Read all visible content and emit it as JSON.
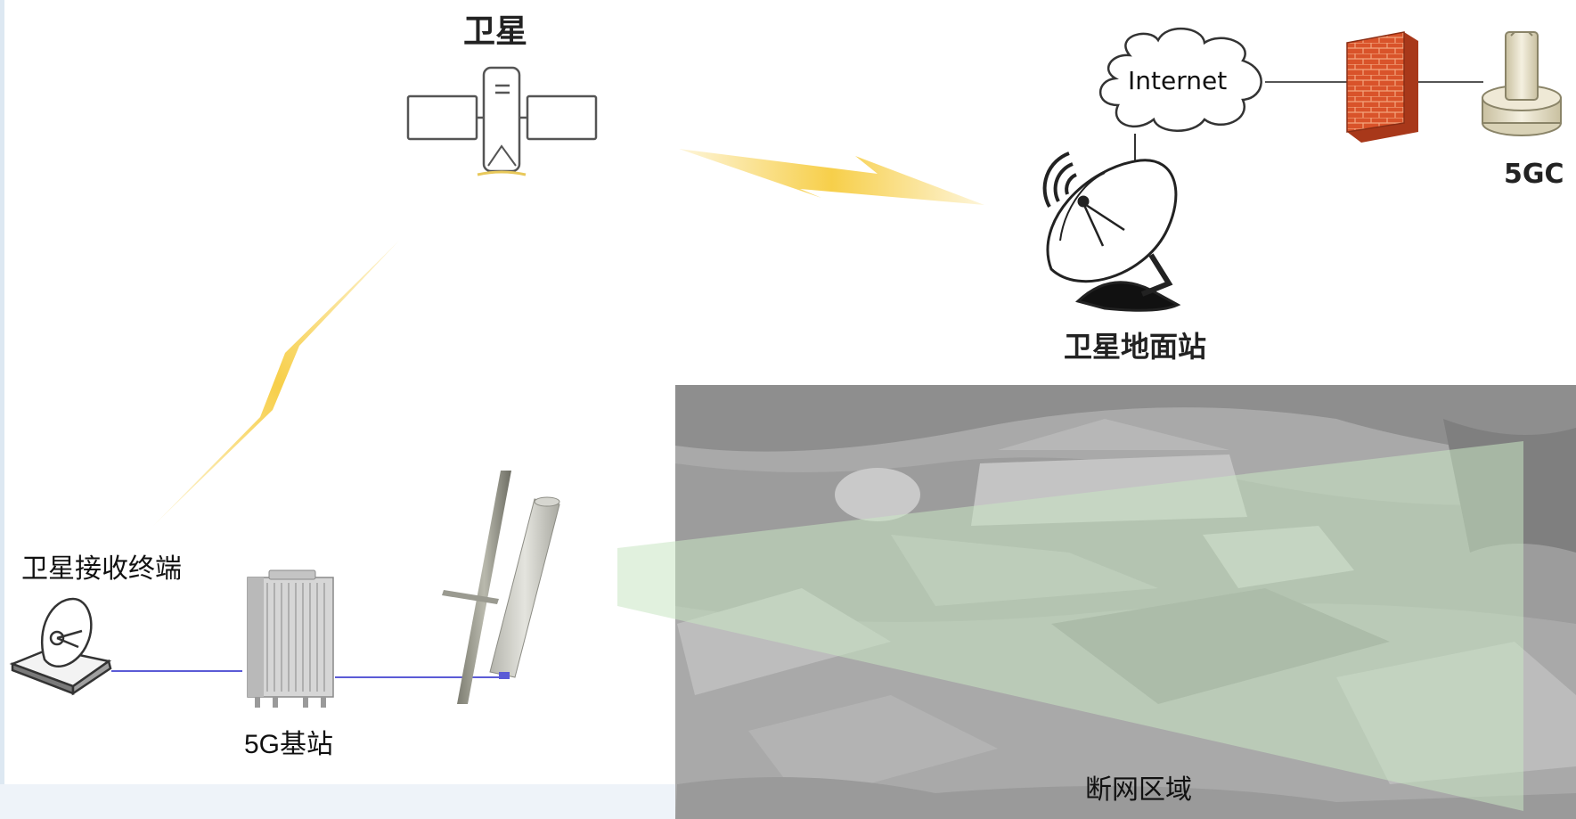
{
  "labels": {
    "satellite": "卫星",
    "ground_station": "卫星地面站",
    "core_network": "5GC",
    "internet": "Internet",
    "terminal": "卫星接收终端",
    "base_station": "5G基站",
    "outage_area": "断网区域"
  },
  "icons": {
    "satellite": "satellite-icon",
    "ground_station": "satellite-dish-icon",
    "internet": "cloud-icon",
    "firewall": "firewall-icon",
    "core_network": "server-icon",
    "terminal": "satellite-terminal-icon",
    "base_station": "base-station-icon",
    "antenna": "panel-antenna-icon",
    "links": "lightning-icon"
  },
  "colors": {
    "lightning": "#f7cf4a",
    "coverage": "#c8e6c2",
    "cable": "#5b5bd6",
    "firewall": "#d9532a",
    "scene": "#a8a8a8"
  }
}
